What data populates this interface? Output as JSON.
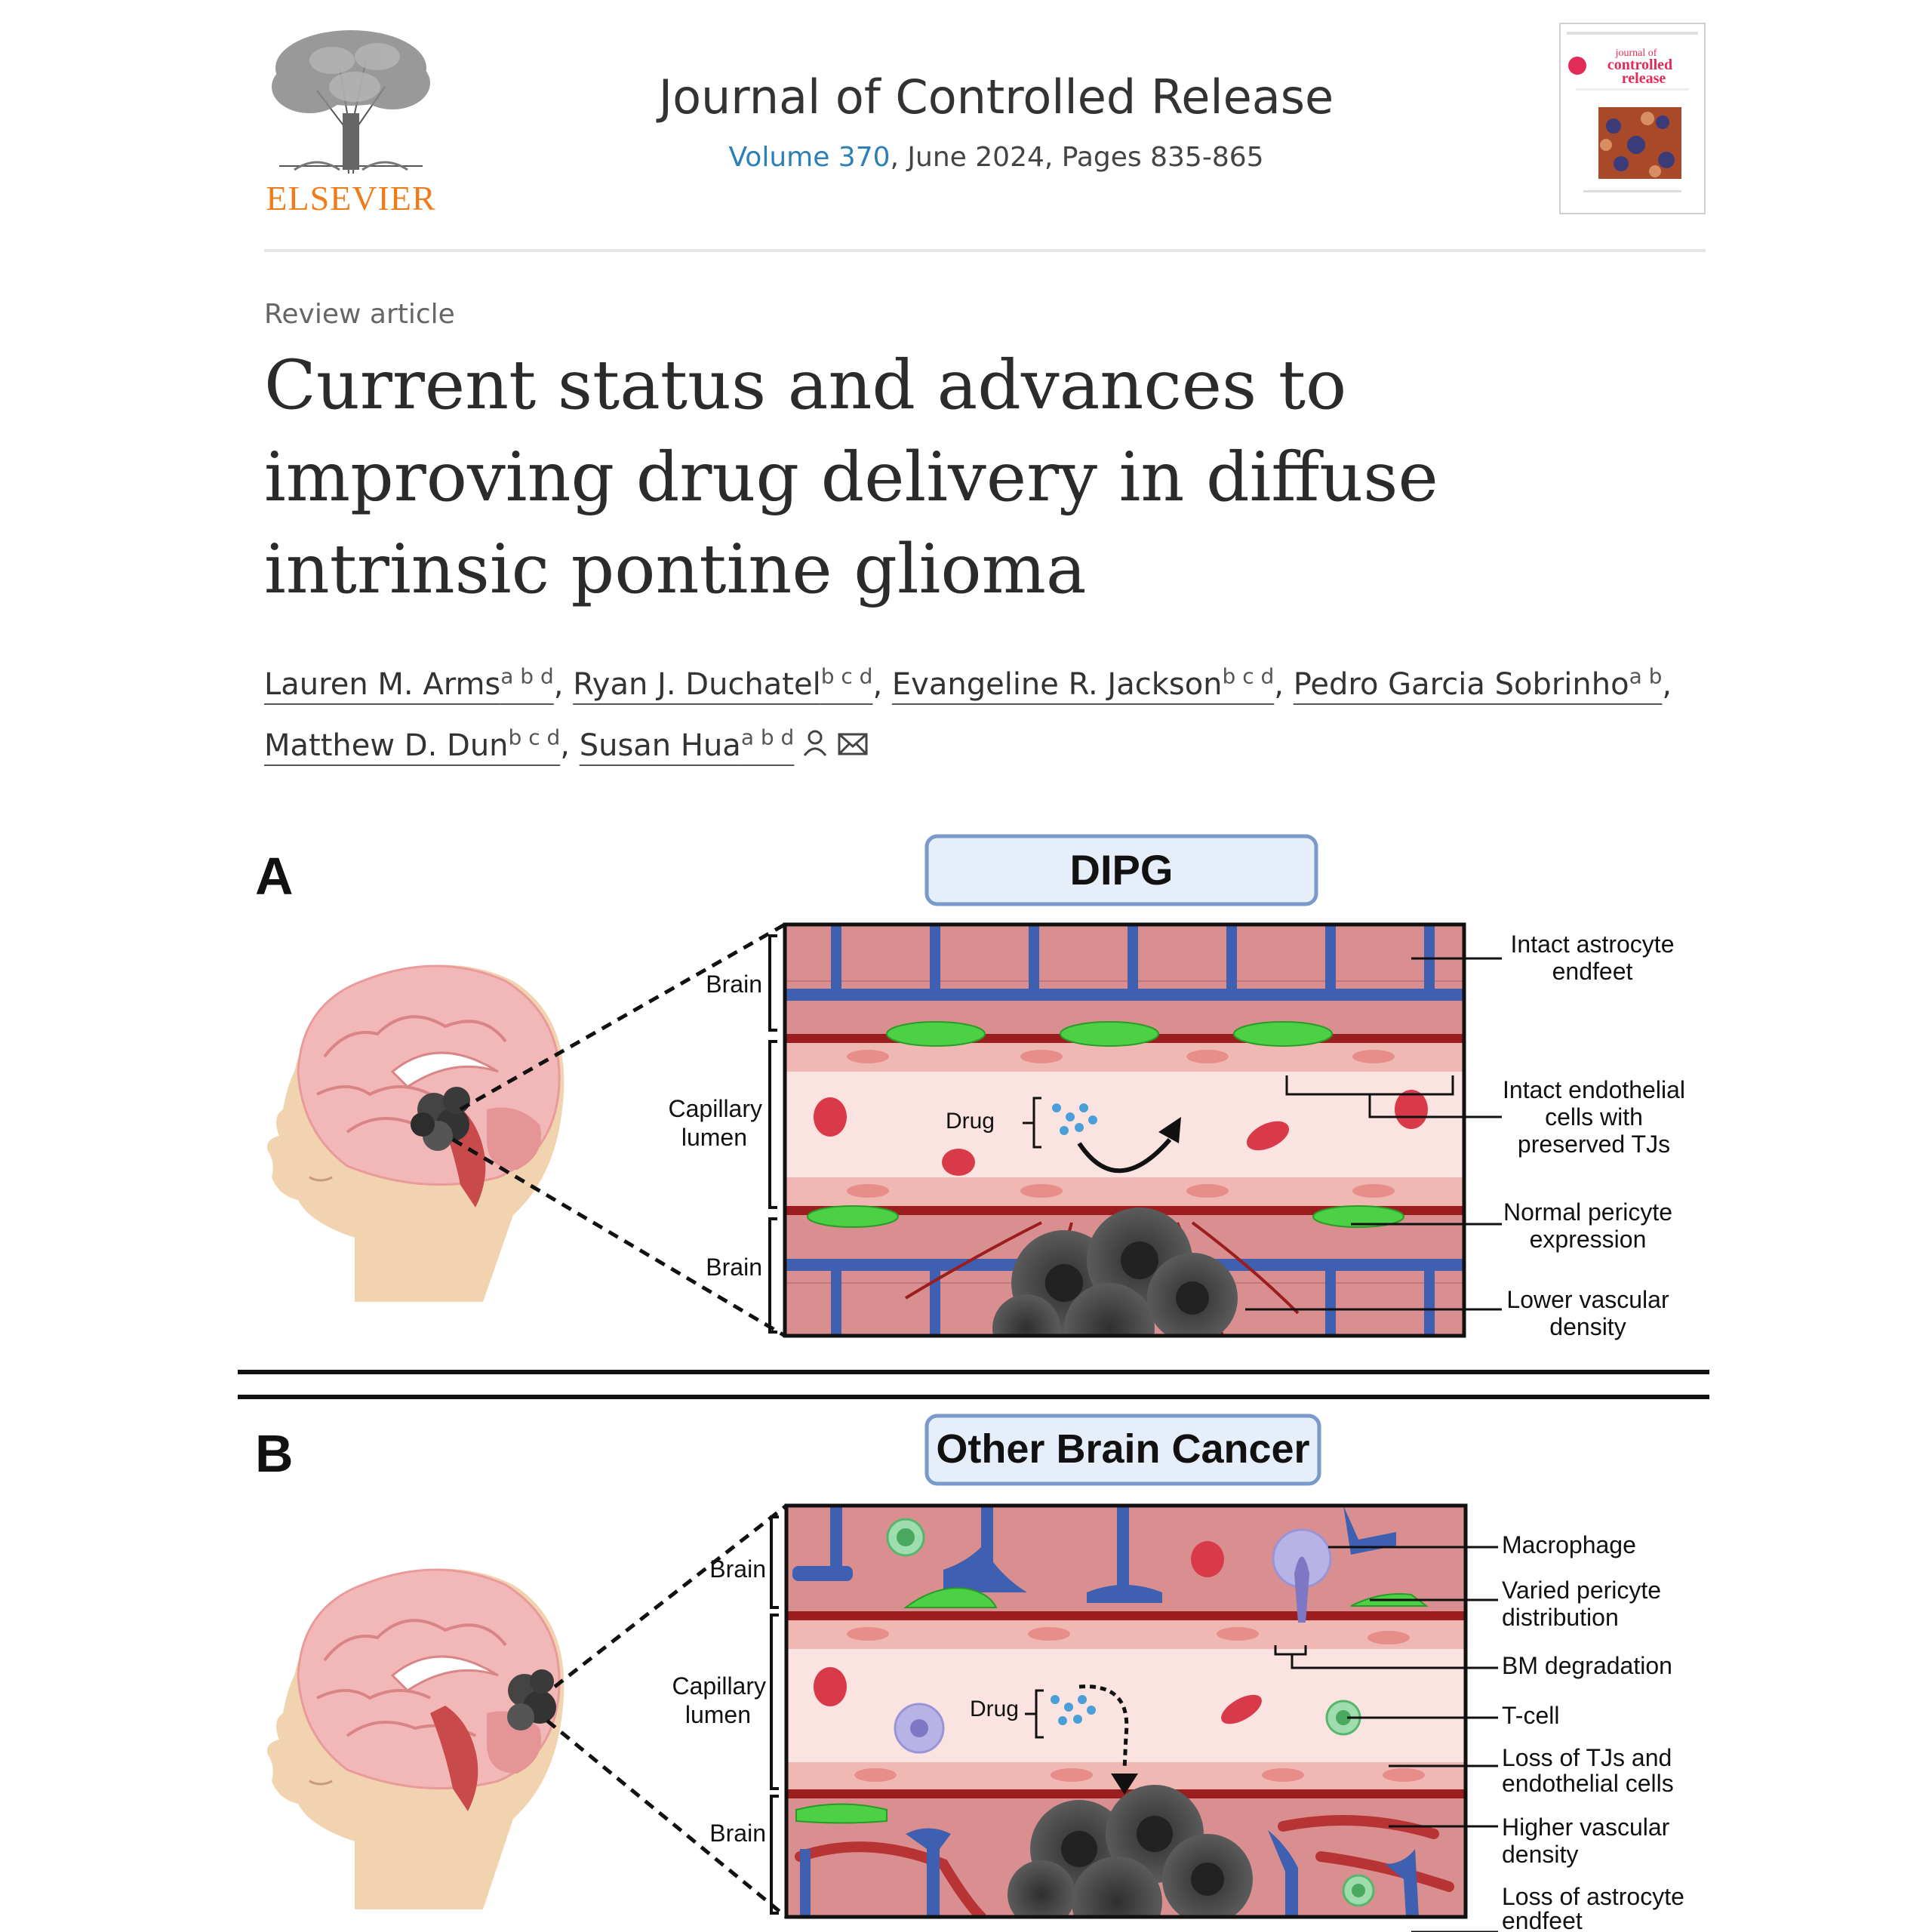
{
  "header": {
    "publisher": "ELSEVIER",
    "journal_title": "Journal of Controlled Release",
    "volume_link": "Volume 370",
    "date_pages": ", June 2024, Pages 835-865",
    "cover_title": "journal of controlled release"
  },
  "article": {
    "type": "Review article",
    "title": "Current status and advances to improving drug delivery in diffuse intrinsic pontine glioma",
    "authors": [
      {
        "name": "Lauren M. Arms",
        "affil": "a b d",
        "sep": ", "
      },
      {
        "name": "Ryan J. Duchatel",
        "affil": "b c d",
        "sep": ", "
      },
      {
        "name": "Evangeline R. Jackson",
        "affil": "b c d",
        "sep": ", "
      },
      {
        "name": "Pedro Garcia Sobrinho",
        "affil": "a b",
        "sep": ", "
      },
      {
        "name": "Matthew D. Dun",
        "affil": "b c d",
        "sep": ", "
      },
      {
        "name": "Susan Hua",
        "affil": "a b d",
        "sep": ""
      }
    ]
  },
  "figure": {
    "panel_a": {
      "letter": "A",
      "title": "DIPG",
      "left_labels": {
        "brain_top": "Brain",
        "lumen_1": "Capillary",
        "lumen_2": "lumen",
        "brain_bottom": "Brain"
      },
      "drug": "Drug",
      "annotations": {
        "a1_1": "Intact astrocyte",
        "a1_2": "endfeet",
        "a2_1": "Intact endothelial",
        "a2_2": "cells with",
        "a2_3": "preserved TJs",
        "a3_1": "Normal pericyte",
        "a3_2": "expression",
        "a4_1": "Lower vascular",
        "a4_2": "density"
      }
    },
    "panel_b": {
      "letter": "B",
      "title": "Other Brain Cancer",
      "left_labels": {
        "brain_top": "Brain",
        "lumen_1": "Capillary",
        "lumen_2": "lumen",
        "brain_bottom": "Brain"
      },
      "drug": "Drug",
      "annotations": {
        "b1": "Macrophage",
        "b2_1": "Varied pericyte",
        "b2_2": "distribution",
        "b3": "BM degradation",
        "b4": "T-cell",
        "b5_1": "Loss of TJs and",
        "b5_2": "endothelial cells",
        "b6_1": "Higher vascular",
        "b6_2": "density",
        "b7_1": "Loss of astrocyte",
        "b7_2": "endfeet"
      }
    }
  },
  "colors": {
    "elsevier_orange": "#f07c19",
    "link_blue": "#2d7fb8",
    "brain_tissue": "#d98f8f",
    "astrocyte_blue": "#3f5fb0",
    "pericyte_green": "#4cd045",
    "vessel_red": "#9b1d1d",
    "lumen": "#fbe3e1",
    "tumor": "#4a4a4a"
  }
}
